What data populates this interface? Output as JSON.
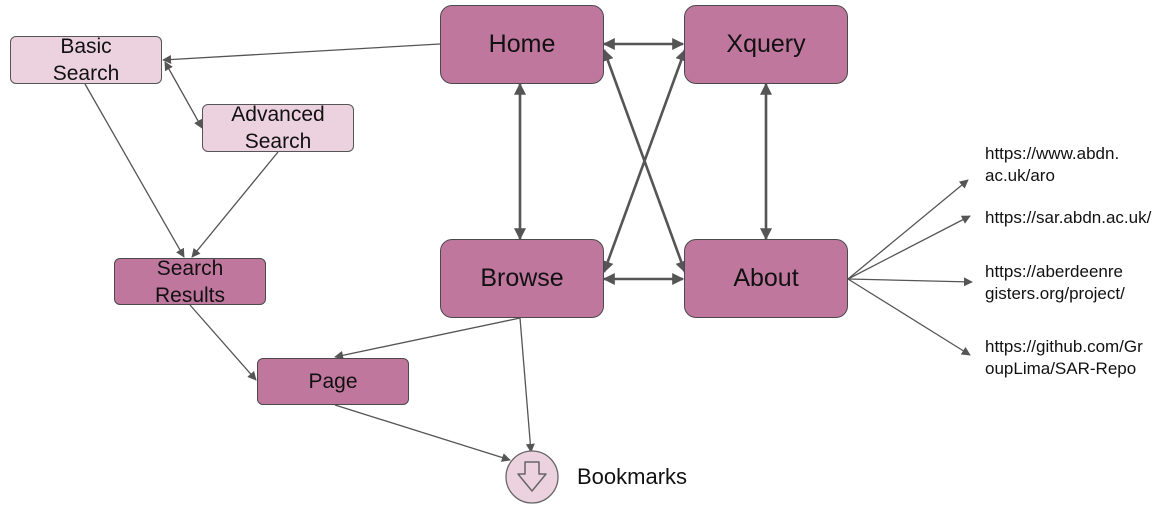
{
  "nodes": {
    "home": "Home",
    "xquery": "Xquery",
    "browse": "Browse",
    "about": "About",
    "basic_search_line1": "Basic",
    "basic_search_line2": "Search",
    "advanced_search_line1": "Advanced",
    "advanced_search_line2": "Search",
    "search_results_line1": "Search",
    "search_results_line2": "Results",
    "page": "Page",
    "bookmarks": "Bookmarks"
  },
  "links": [
    {
      "line1": "https://www.abdn.",
      "line2": "ac.uk/aro"
    },
    {
      "line1": "https://sar.abdn.ac.uk/",
      "line2": ""
    },
    {
      "line1": "https://aberdeenre",
      "line2": "gisters.org/project/"
    },
    {
      "line1": "https://github.com/Gr",
      "line2": "oupLima/SAR-Repo"
    }
  ],
  "colors": {
    "primary_node": "#c0779e",
    "secondary_node": "#ecd1de",
    "arrow": "#555555"
  },
  "icons": {
    "bookmarks": "down-arrow-circle-icon"
  }
}
